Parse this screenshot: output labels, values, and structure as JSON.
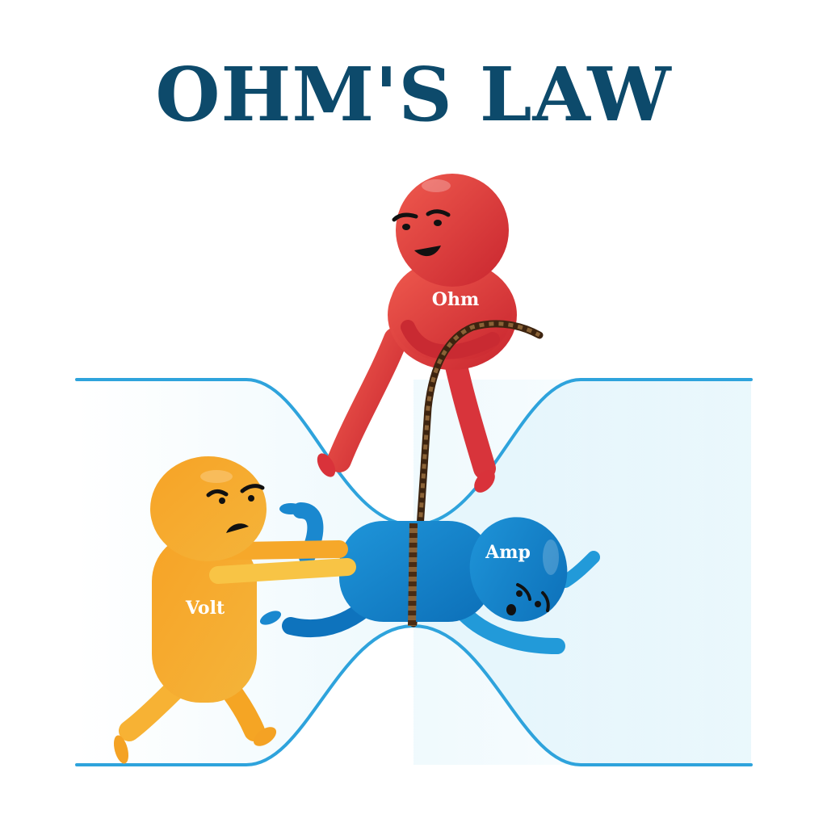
{
  "title": "OHM'S LAW",
  "characters": {
    "ohm": {
      "label": "Ohm",
      "color": "#e0383c"
    },
    "volt": {
      "label": "Volt",
      "color": "#f5a024"
    },
    "amp": {
      "label": "Amp",
      "color": "#1a88cf"
    }
  },
  "colors": {
    "title": "#0d4a6b",
    "channel_line": "#2ea3dc",
    "channel_fill": "#dff3fb",
    "rope": "#6b4423"
  }
}
